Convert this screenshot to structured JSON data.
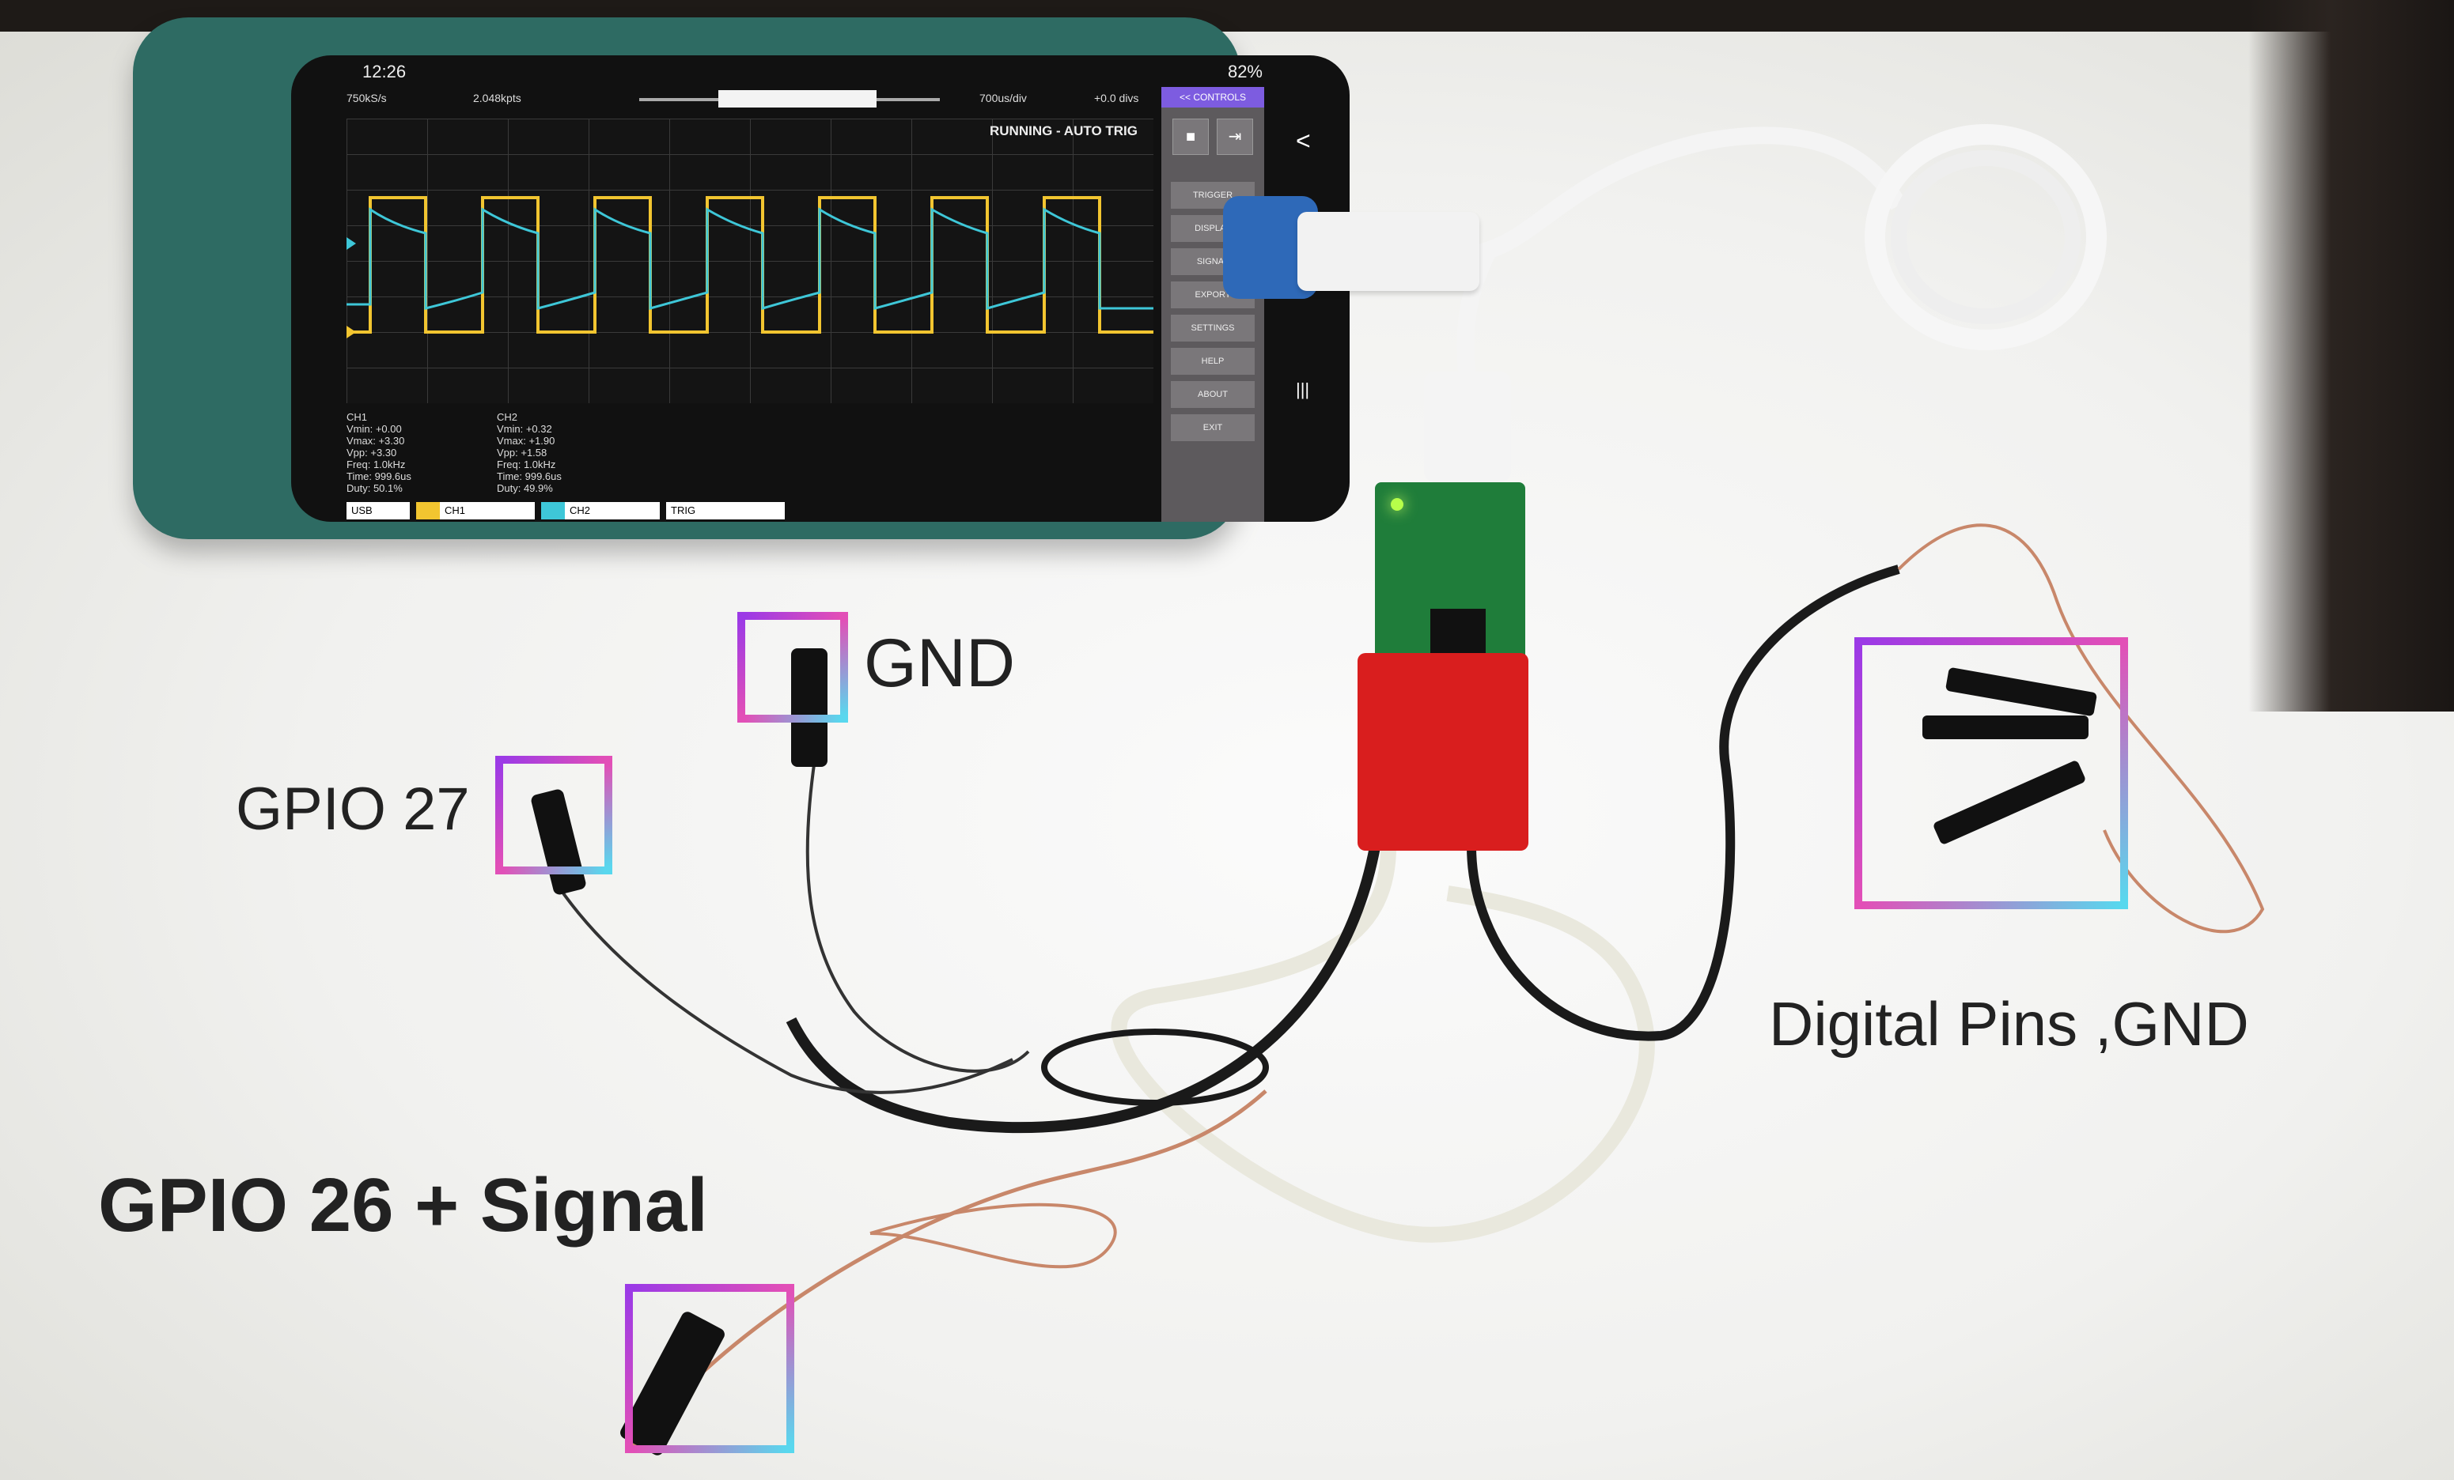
{
  "phone": {
    "status": {
      "time": "12:26",
      "battery": "82%"
    },
    "topbar": {
      "sample_rate": "750kS/s",
      "points": "2.048kpts",
      "timebase": "700us/div",
      "offset": "+0.0 divs"
    },
    "scope": {
      "run_state": "RUNNING - AUTO TRIG"
    },
    "measurements": {
      "ch1": {
        "name": "CH1",
        "vmin": "Vmin: +0.00",
        "vmax": "Vmax: +3.30",
        "vpp": "Vpp: +3.30",
        "freq": "Freq: 1.0kHz",
        "time": "Time: 999.6us",
        "duty": "Duty: 50.1%"
      },
      "ch2": {
        "name": "CH2",
        "vmin": "Vmin: +0.32",
        "vmax": "Vmax: +1.90",
        "vpp": "Vpp: +1.58",
        "freq": "Freq: 1.0kHz",
        "time": "Time: 999.6us",
        "duty": "Duty: 49.9%"
      }
    },
    "channels": {
      "usb": "USB",
      "ch1": "CH1",
      "ch2": "CH2",
      "trig": "TRIG"
    },
    "menu": {
      "header": "<< CONTROLS",
      "items": [
        "TRIGGER SETTINGS",
        "DISPLAY",
        "SIGNAL GENERATOR",
        "EXPORT",
        "SETTINGS",
        "HELP",
        "ABOUT",
        "EXIT"
      ]
    },
    "navbar": {
      "back": "<",
      "home": "○",
      "recents": "|||"
    },
    "colors": {
      "ch1": "#f2c530",
      "ch2": "#3ec7d8",
      "menu_header": "#7d5ce0"
    }
  },
  "annotations": {
    "gnd": "GND",
    "gpio27": "GPIO 27",
    "digital_pins": "Digital Pins ,GND",
    "gpio26_signal": "GPIO 26 + Signal"
  }
}
